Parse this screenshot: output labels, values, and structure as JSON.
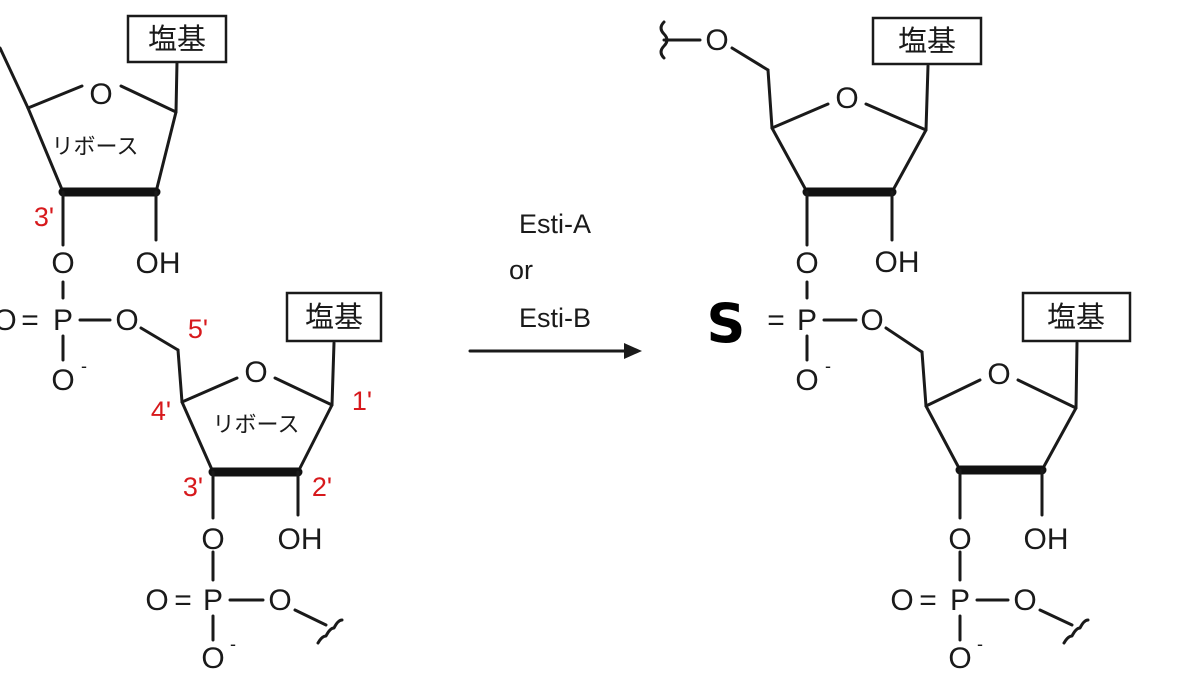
{
  "atoms": {
    "oxygen": "O",
    "phosphorus": "P",
    "hydroxyl": "OH",
    "charge_minus": "-",
    "double_bond": "="
  },
  "base_label": "塩基",
  "ribose_label": "リボース",
  "positions": {
    "p1": "1'",
    "p2": "2'",
    "p3": "3'",
    "p4": "4'",
    "p5": "5'"
  },
  "reaction": {
    "reagent_1": "Esti-A",
    "connector": "or",
    "reagent_2": "Esti-B"
  },
  "substituent": "S"
}
